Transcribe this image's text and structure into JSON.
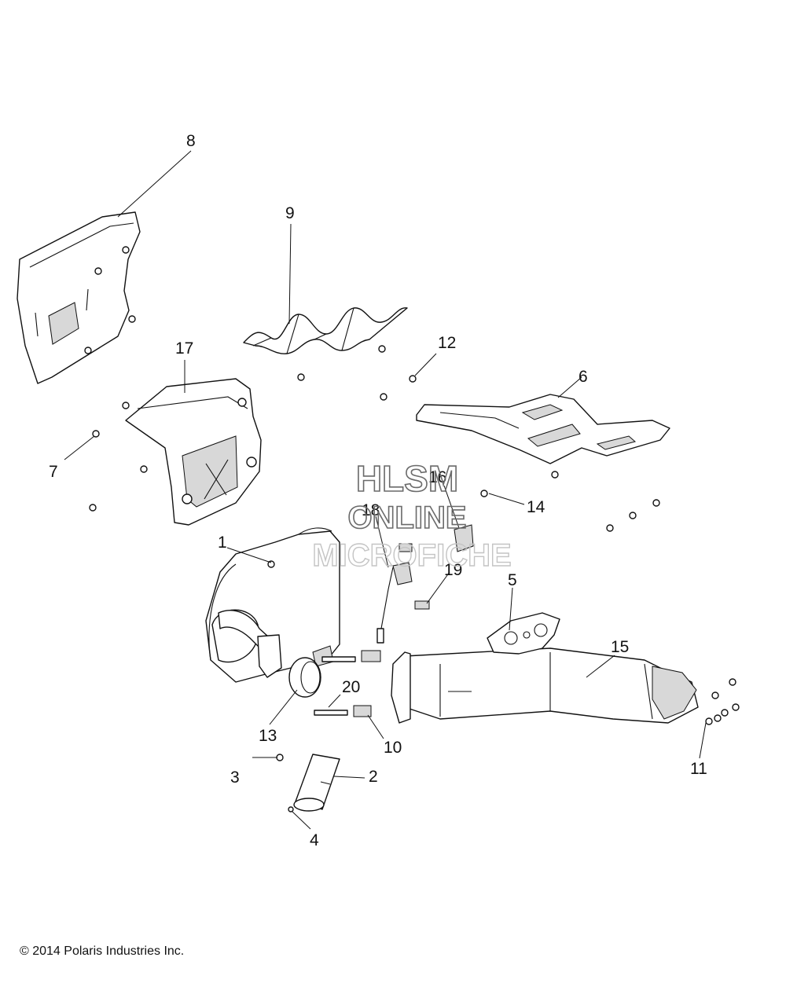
{
  "watermark": {
    "line1": "HLSM",
    "line2": "ONLINE",
    "line3": "MICROFICHE"
  },
  "callouts": [
    "1",
    "2",
    "3",
    "4",
    "5",
    "6",
    "7",
    "8",
    "9",
    "10",
    "11",
    "12",
    "13",
    "14",
    "15",
    "16",
    "17",
    "18",
    "19",
    "20"
  ],
  "copyright": "© 2014 Polaris Industries Inc."
}
